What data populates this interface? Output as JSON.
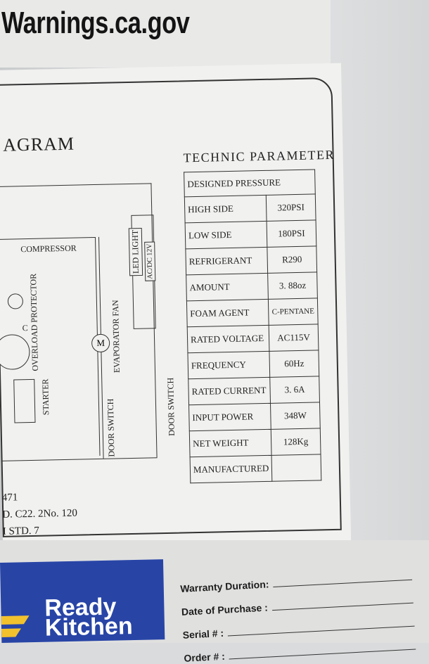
{
  "banner": {
    "url_text": "Warnings.ca.gov"
  },
  "diagram": {
    "title": "AGRAM",
    "components": {
      "compressor": "COMPRESSOR",
      "overload_protector": "OVERLOAD PROTECTOR",
      "starter": "STARTER",
      "door_switch_left": "DOOR SWITCH",
      "evaporator_fan": "EVAPORATOR FAN",
      "led_light": "LED LIGHT",
      "voltage": "AC/DC 12V",
      "door_switch_right": "DOOR SWITCH",
      "motor_symbol": "M",
      "c_terminal": "C"
    },
    "footer_lines": [
      "471",
      "D. C22. 2No. 120",
      "I  STD. 7"
    ]
  },
  "technic": {
    "title": "TECHNIC  PARAMETER",
    "designed_pressure": "DESIGNED PRESSURE",
    "pressure_rows": [
      {
        "label": "HIGH SIDE",
        "value": "320PSI"
      },
      {
        "label": "LOW SIDE",
        "value": "180PSI"
      }
    ],
    "rows": [
      {
        "label": "REFRIGERANT",
        "value": "R290"
      },
      {
        "label": "AMOUNT",
        "value": "3. 88oz"
      },
      {
        "label": "FOAM AGENT",
        "value": "C-PENTANE"
      },
      {
        "label": "RATED VOLTAGE",
        "value": "AC115V"
      },
      {
        "label": "FREQUENCY",
        "value": "60Hz"
      },
      {
        "label": "RATED CURRENT",
        "value": "3. 6A"
      },
      {
        "label": "INPUT POWER",
        "value": "348W"
      },
      {
        "label": "NET WEIGHT",
        "value": "128Kg"
      },
      {
        "label": "MANUFACTURED",
        "value": ""
      }
    ]
  },
  "brand": {
    "line1": "Ready",
    "line2": "Kitchen",
    "logo_color": "#f2c12e",
    "panel_color": "#2845a6"
  },
  "warranty": {
    "fields": [
      "Warranty Duration:",
      "Date of Purchase :",
      "Serial # :",
      "Order # :"
    ]
  }
}
